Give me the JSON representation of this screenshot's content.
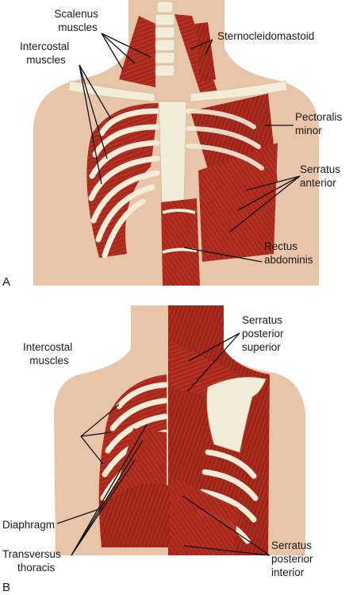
{
  "panel_a": {
    "letter": "A",
    "labels": {
      "scalenus": [
        "Scalenus",
        "muscles"
      ],
      "intercostal": [
        "Intercostal",
        "muscles"
      ],
      "sternocleidomastoid": [
        "Sternocleidomastoid"
      ],
      "pectoralis": [
        "Pectoralis",
        "minor"
      ],
      "serratus_anterior": [
        "Serratus",
        "anterior"
      ],
      "rectus": [
        "Rectus",
        "abdominis"
      ]
    }
  },
  "panel_b": {
    "letter": "B",
    "labels": {
      "intercostal": [
        "Intercostal",
        "muscles"
      ],
      "serratus_superior": [
        "Serratus",
        "posterior",
        "superior"
      ],
      "diaphragm": [
        "Diaphragm"
      ],
      "transversus": [
        "Transversus",
        "thoracis"
      ],
      "serratus_inferior": [
        "Serratus",
        "posterior",
        "interior"
      ]
    }
  },
  "colors": {
    "skin": "#e8c5a8",
    "skin_shadow": "#d9ad8c",
    "muscle": "#a8281c",
    "muscle_dark": "#7a1810",
    "bone": "#f3ecd8"
  }
}
